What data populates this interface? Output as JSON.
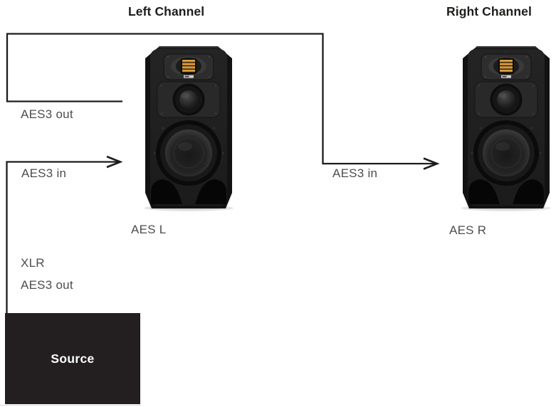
{
  "page": {
    "background": "#ffffff"
  },
  "titles": {
    "left_channel": "Left Channel",
    "right_channel": "Right Channel"
  },
  "speakers": {
    "left": {
      "caption": "AES L",
      "icon": "studio-monitor-speaker-icon"
    },
    "right": {
      "caption": "AES R",
      "icon": "studio-monitor-speaker-icon"
    }
  },
  "connections": {
    "left_speaker_output": "AES3 out",
    "left_speaker_input": "AES3 in",
    "right_speaker_input": "AES3 in",
    "source_connector": "XLR",
    "source_output": "AES3 out"
  },
  "source": {
    "label": "Source"
  },
  "colors": {
    "line": "#1d1d1b",
    "label_text": "#4d4d4d",
    "title_text": "#1d1d1b",
    "source_bg": "#231f20",
    "source_text": "#ffffff",
    "speaker_body": "#1a1a1a",
    "ribbon_accent": "#d9952f"
  }
}
